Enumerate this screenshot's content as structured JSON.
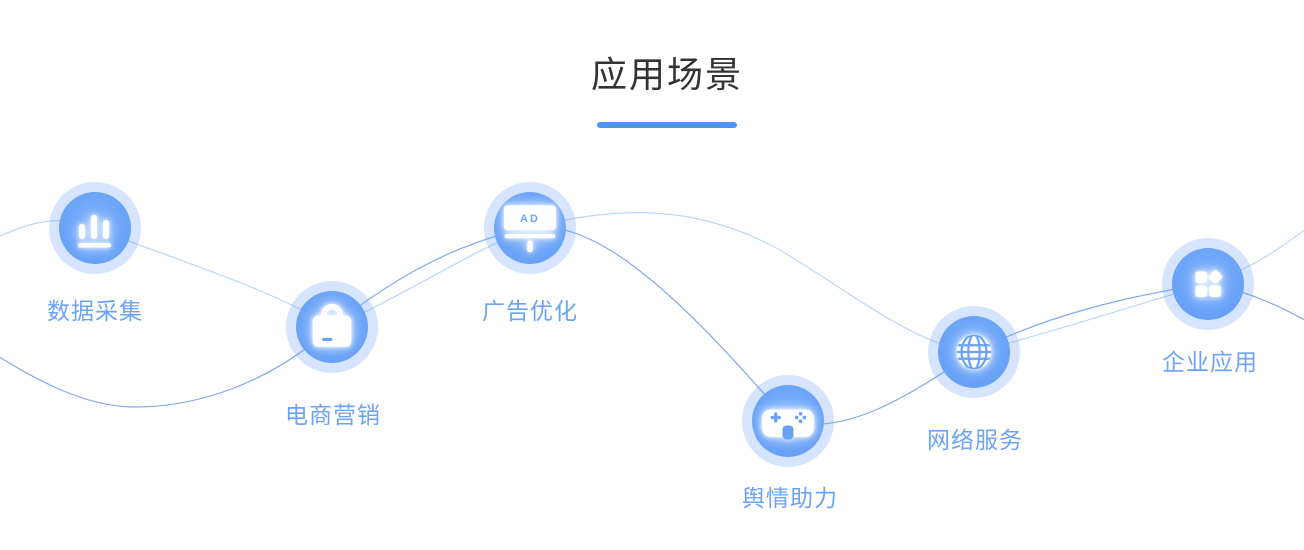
{
  "header": {
    "title": "应用场景"
  },
  "theme": {
    "accent": "#69a1f7",
    "halo": "rgba(105,160,246,0.27)",
    "label_color": "#6ba3f8",
    "title_color": "#333333",
    "underline_color": "#4e94f8",
    "line_light": "#bdd5f8",
    "line_dark": "#7fa9f0"
  },
  "scenes": [
    {
      "label": "数据采集",
      "icon": "bar-chart-icon"
    },
    {
      "label": "电商营销",
      "icon": "shopping-bag-icon"
    },
    {
      "label": "广告优化",
      "icon": "ad-billboard-icon",
      "badge": "AD"
    },
    {
      "label": "舆情助力",
      "icon": "gamepad-icon"
    },
    {
      "label": "网络服务",
      "icon": "globe-icon"
    },
    {
      "label": "企业应用",
      "icon": "app-grid-icon"
    }
  ]
}
